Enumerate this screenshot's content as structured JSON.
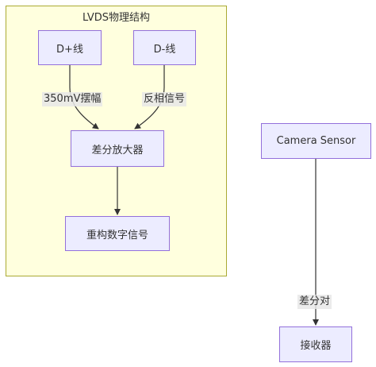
{
  "cluster": {
    "title": "LVDS物理结构"
  },
  "nodes": {
    "d_plus": "D+线",
    "d_minus": "D-线",
    "diff_amp": "差分放大器",
    "reconstruct": "重构数字信号",
    "camera": "Camera Sensor",
    "receiver": "接收器"
  },
  "edges": {
    "d_plus_to_amp": "350mV摆幅",
    "d_minus_to_amp": "反相信号",
    "camera_to_receiver": "差分对"
  }
}
